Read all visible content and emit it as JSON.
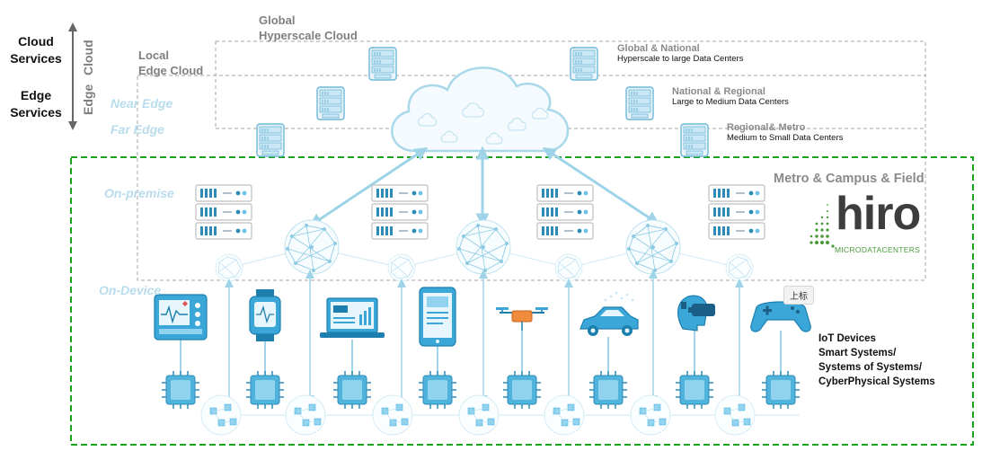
{
  "side_labels": {
    "cloud_services": "Cloud\nServices",
    "edge_services": "Edge\nServices",
    "cloud_axis": "Cloud",
    "edge_axis": "Edge"
  },
  "tiers": {
    "global_hyperscale": "Global\nHyperscale Cloud",
    "local_edge": "Local\nEdge Cloud",
    "near_edge": "Near Edge",
    "far_edge": "Far Edge",
    "on_premise": "On-premise",
    "on_device": "On-Device",
    "metro_campus_field": "Metro & Campus & Field"
  },
  "datacenters": [
    {
      "title": "Global & National",
      "subtitle": "Hyperscale to large Data Centers"
    },
    {
      "title": "National & Regional",
      "subtitle": "Large to Medium Data Centers"
    },
    {
      "title": "Regional& Metro",
      "subtitle": "Medium to Small Data Centers"
    }
  ],
  "logo": {
    "name": "hiro",
    "tagline": "MICRODATACENTERS"
  },
  "tooltip": "上标",
  "iot_caption": "IoT Devices\nSmart Systems/\nSystems of Systems/\nCyberPhysical Systems",
  "icons": {
    "devices": [
      "medical-monitor-icon",
      "smartwatch-icon",
      "laptop-icon",
      "tablet-icon",
      "drone-icon",
      "connected-car-icon",
      "vr-headset-icon",
      "gamepad-icon"
    ]
  },
  "colors": {
    "accent_blue": "#5fb3d9",
    "light_blue": "#a9d8ea",
    "green_border": "#1aa31a",
    "gray_dash": "#9a9a9a",
    "logo_dark": "#3d3d3d",
    "logo_green": "#4a9a3a"
  }
}
